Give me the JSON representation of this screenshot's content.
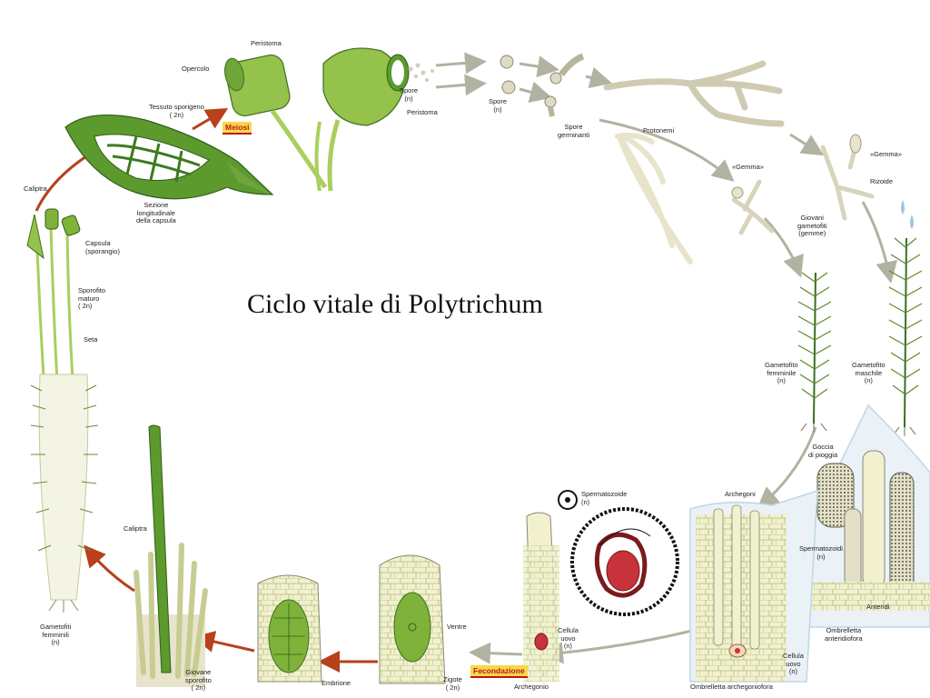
{
  "title": "Ciclo vitale di Polytrichum",
  "colors": {
    "moss_green": "#7fb23a",
    "dark_green": "#3e7a1f",
    "pale_cell": "#f1f1cf",
    "cell_line": "#b3ba7a",
    "red_arrow": "#b8401a",
    "grey_arrow": "#b2b2a2",
    "filament": "#e8e4cc",
    "egg_red": "#c8323a",
    "callout_blue": "#bfd6e6",
    "label_box_bg": "#f5d94a",
    "label_box_text": "#c0141a"
  },
  "process_labels": {
    "meiosi": "Meiosi",
    "fecondazione": "Fecondazione"
  },
  "labels": {
    "peristoma_top": "Peristoma",
    "opercolo": "Opercolo",
    "spore_n_1": "Spore\n(n)",
    "peristoma_bottom": "Peristoma",
    "spore_n_2": "Spore\n(n)",
    "spore_germinanti": "Spore\ngerminanti",
    "protonemi": "Protonemi",
    "gemma_left": "«Gemma»",
    "gemma_right": "«Gemma»",
    "rizoide": "Rizoide",
    "giovani_gametofiti": "Giovani\ngametofiti\n(gemme)",
    "tessuto_sporigeno": "Tessuto sporigeno\n( 2n)",
    "sezione_capsula": "Sezione\nlongitudinale\ndella capsula",
    "caliptra_top": "Caliptra",
    "capsula": "Capsula\n(sporangio)",
    "sporofito_maturo": "Sporofito\nmaturo\n( 2n)",
    "seta": "Seta",
    "gametofiti_femminili": "Gametofiti\nfemminili\n(n)",
    "gametofito_femminile": "Gametofito\nfemminile\n(n)",
    "gametofito_maschile": "Gametofito\nmaschile\n(n)",
    "goccia_pioggia": "Goccia\ndi pioggia",
    "archegoni": "Archegoni",
    "spermatozoidi": "Spermatozoidi\n(n)",
    "anteridi": "Anteridi",
    "ombrelletta_anteridiofora": "Ombrelletta\nanteridiofora",
    "cellula_uovo_right": "Cellula\nuovo\n(n)",
    "ombrelletta_archegoniofora": "Ombrelletta archegoniofora",
    "spermatozoide": "Spermatozoide\n(n)",
    "cellula_uovo_left": "Cellula\nuovo\n(n)",
    "archegonio": "Archegonio",
    "ventre": "Ventre",
    "zigote": "Zigote\n( 2n)",
    "embrione": "Embrione",
    "caliptra_bottom": "Caliptra",
    "giovane_sporofito": "Giovane\nsporofito\n( 2n)"
  }
}
